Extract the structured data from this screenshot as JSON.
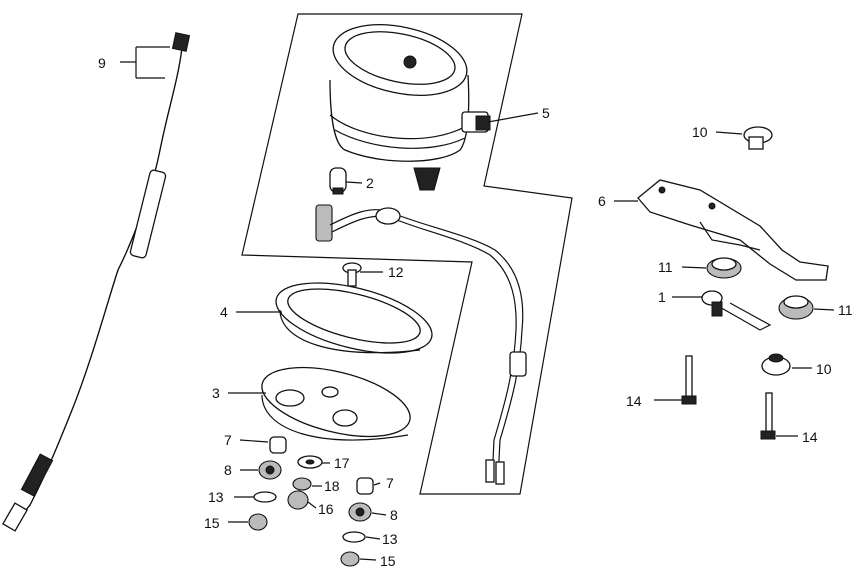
{
  "diagram": {
    "colors": {
      "ink": "#111111",
      "paper": "#ffffff",
      "shade": "#bbbbbb"
    },
    "callouts": [
      {
        "id": "c9",
        "text": "9"
      },
      {
        "id": "c5",
        "text": "5"
      },
      {
        "id": "c2",
        "text": "2"
      },
      {
        "id": "c12",
        "text": "12"
      },
      {
        "id": "c4",
        "text": "4"
      },
      {
        "id": "c3",
        "text": "3"
      },
      {
        "id": "c7a",
        "text": "7"
      },
      {
        "id": "c8a",
        "text": "8"
      },
      {
        "id": "c17",
        "text": "17"
      },
      {
        "id": "c18",
        "text": "18"
      },
      {
        "id": "c7b",
        "text": "7"
      },
      {
        "id": "c13a",
        "text": "13"
      },
      {
        "id": "c16",
        "text": "16"
      },
      {
        "id": "c8b",
        "text": "8"
      },
      {
        "id": "c15a",
        "text": "15"
      },
      {
        "id": "c13b",
        "text": "13"
      },
      {
        "id": "c15b",
        "text": "15"
      },
      {
        "id": "c10a",
        "text": "10"
      },
      {
        "id": "c6",
        "text": "6"
      },
      {
        "id": "c11a",
        "text": "11"
      },
      {
        "id": "c1",
        "text": "1"
      },
      {
        "id": "c11b",
        "text": "11"
      },
      {
        "id": "c10b",
        "text": "10"
      },
      {
        "id": "c14a",
        "text": "14"
      },
      {
        "id": "c14b",
        "text": "14"
      }
    ]
  }
}
